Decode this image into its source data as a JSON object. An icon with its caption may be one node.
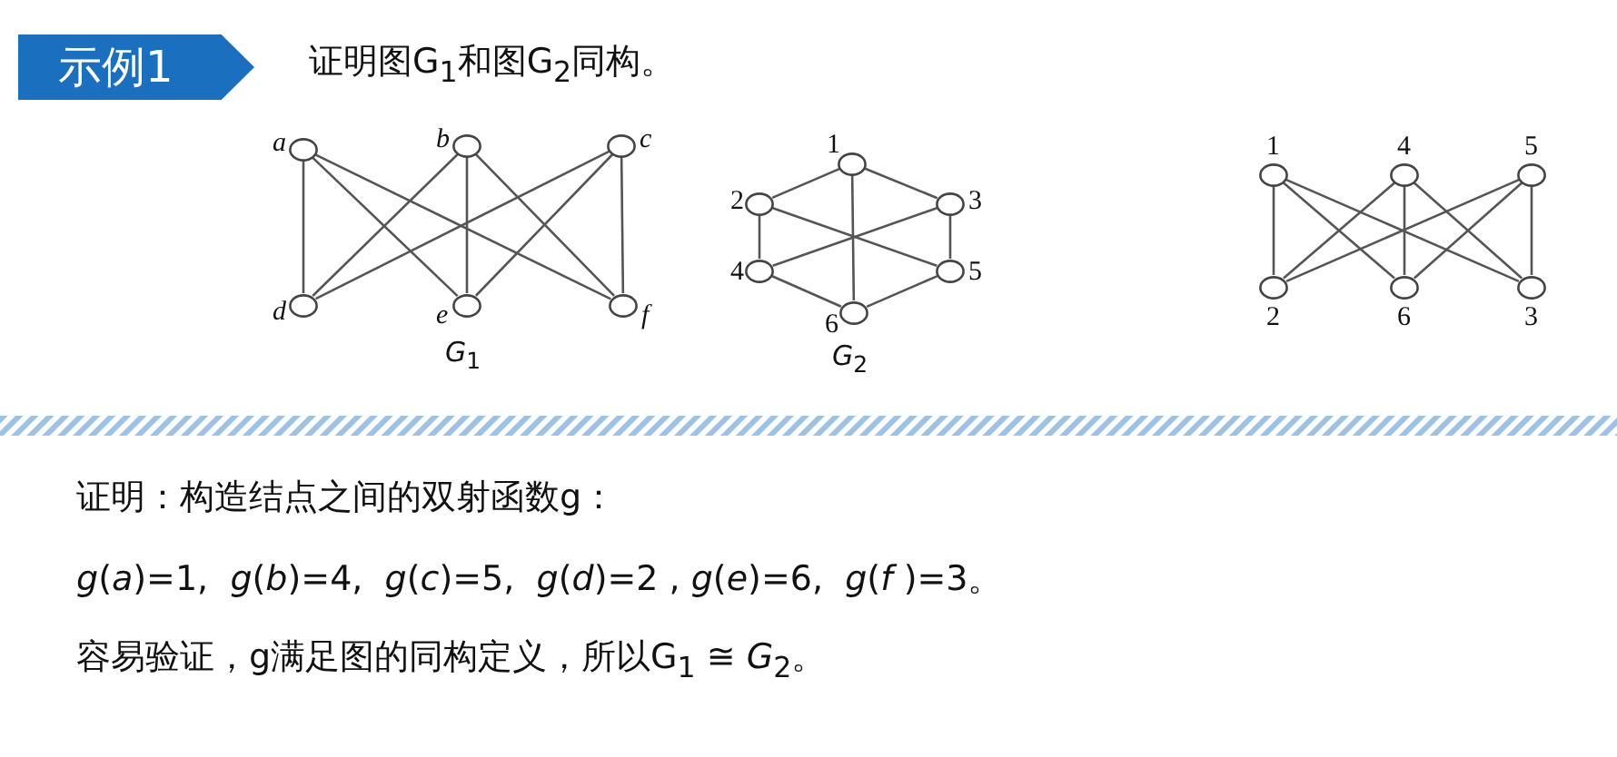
{
  "diagram": {
    "title": "示例1",
    "nodes": [
      {
        "text": [],
        "shape": "circle",
        "beside": [
          "a"
        ]
      },
      {
        "text": [],
        "shape": "circle",
        "beside": [
          "b"
        ]
      },
      {
        "text": [],
        "shape": "circle",
        "beside": [
          "c"
        ]
      },
      {
        "text": [],
        "shape": "circle",
        "beside": [
          "d"
        ]
      },
      {
        "text": [],
        "shape": "circle",
        "beside": [
          "e"
        ]
      },
      {
        "text": [],
        "shape": "circle",
        "beside": [
          "f"
        ]
      },
      {
        "text": [],
        "shape": "circle",
        "beside": [
          "1"
        ]
      },
      {
        "text": [],
        "shape": "circle",
        "beside": [
          "2"
        ]
      },
      {
        "text": [],
        "shape": "circle",
        "beside": [
          "3"
        ]
      },
      {
        "text": [],
        "shape": "circle",
        "beside": [
          "4"
        ]
      },
      {
        "text": [],
        "shape": "circle",
        "beside": [
          "5"
        ]
      },
      {
        "text": [],
        "shape": "circle",
        "beside": [
          "6"
        ]
      },
      {
        "text": [],
        "shape": "circle",
        "beside": [
          "1"
        ]
      },
      {
        "text": [],
        "shape": "circle",
        "beside": [
          "4"
        ]
      },
      {
        "text": [],
        "shape": "circle",
        "beside": [
          "5"
        ]
      },
      {
        "text": [],
        "shape": "circle",
        "beside": [
          "2"
        ]
      },
      {
        "text": [],
        "shape": "circle",
        "beside": [
          "6"
        ]
      },
      {
        "text": [],
        "shape": "circle",
        "beside": [
          "3"
        ]
      }
    ],
    "edges": [
      {
        "from": 0,
        "to": 3,
        "arrow": "none"
      },
      {
        "from": 0,
        "to": 4,
        "arrow": "none"
      },
      {
        "from": 0,
        "to": 5,
        "arrow": "none"
      },
      {
        "from": 1,
        "to": 3,
        "arrow": "none"
      },
      {
        "from": 1,
        "to": 4,
        "arrow": "none"
      },
      {
        "from": 1,
        "to": 5,
        "arrow": "none"
      },
      {
        "from": 2,
        "to": 3,
        "arrow": "none"
      },
      {
        "from": 2,
        "to": 4,
        "arrow": "none"
      },
      {
        "from": 2,
        "to": 5,
        "arrow": "none"
      },
      {
        "from": 6,
        "to": 7,
        "arrow": "none"
      },
      {
        "from": 6,
        "to": 8,
        "arrow": "none"
      },
      {
        "from": 6,
        "to": 11,
        "arrow": "none"
      },
      {
        "from": 7,
        "to": 9,
        "arrow": "none"
      },
      {
        "from": 7,
        "to": 10,
        "arrow": "none"
      },
      {
        "from": 8,
        "to": 9,
        "arrow": "none"
      },
      {
        "from": 8,
        "to": 10,
        "arrow": "none"
      },
      {
        "from": 9,
        "to": 11,
        "arrow": "none"
      },
      {
        "from": 10,
        "to": 11,
        "arrow": "none"
      },
      {
        "from": 12,
        "to": 15,
        "arrow": "none"
      },
      {
        "from": 12,
        "to": 16,
        "arrow": "none"
      },
      {
        "from": 12,
        "to": 17,
        "arrow": "none"
      },
      {
        "from": 13,
        "to": 15,
        "arrow": "none"
      },
      {
        "from": 13,
        "to": 16,
        "arrow": "none"
      },
      {
        "from": 13,
        "to": 17,
        "arrow": "none"
      },
      {
        "from": 14,
        "to": 15,
        "arrow": "none"
      },
      {
        "from": 14,
        "to": 16,
        "arrow": "none"
      },
      {
        "from": 14,
        "to": 17,
        "arrow": "none"
      }
    ],
    "labels": [
      "证明图G$_{1}$和图G$_{2}$同构。",
      "*G*$_{1}$",
      "*G*$_{2}$",
      "证明：构造结点之间的双射函数g：",
      "*g*(*a*)=1,  *g*(*b*)=4,  *g*(*c*)=5,  *g*(*d*)=2 , *g*(*e*)=6,  *g*(*f* )=3。",
      "容易验证，g满足图的同构定义，所以G$_{1}$ ≅ *G*$_{2}$。"
    ]
  }
}
